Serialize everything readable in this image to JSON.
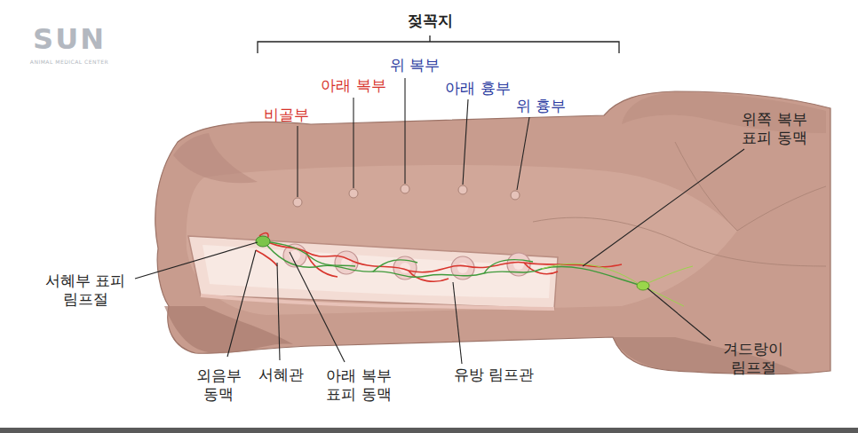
{
  "diagram": {
    "labels": [
      "젖꼭지",
      "비골부",
      "아래 복부",
      "위 복부",
      "아래 흉부",
      "위 흉부",
      "위쪽 복부 표피 동맥",
      "서혜부 표피 림프절",
      "겨드랑이 림프절",
      "외음부 동맥",
      "서혜관",
      "아래 복부 표피 동맥",
      "유방 림프관",
      "SUN",
      "ANIMAL MEDICAL CENTER"
    ]
  }
}
